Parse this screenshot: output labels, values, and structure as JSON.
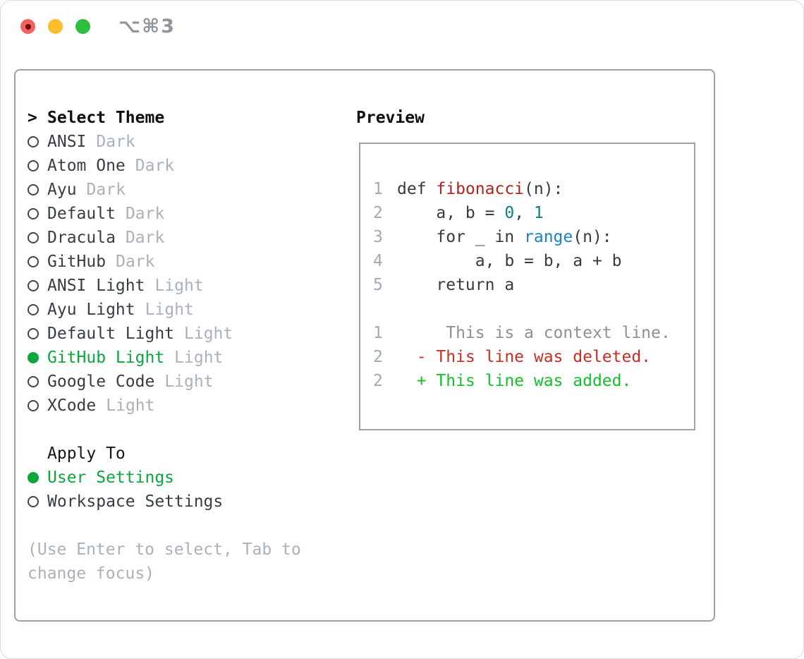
{
  "titlebar": {
    "shortcut": "⌥⌘3"
  },
  "theme_picker": {
    "header_prefix": ">",
    "header": "Select Theme",
    "items": [
      {
        "name": "ANSI",
        "variant": "Dark",
        "state": "unselected"
      },
      {
        "name": "Atom One",
        "variant": "Dark",
        "state": "unselected"
      },
      {
        "name": "Ayu",
        "variant": "Dark",
        "state": "unselected"
      },
      {
        "name": "Default",
        "variant": "Dark",
        "state": "unselected"
      },
      {
        "name": "Dracula",
        "variant": "Dark",
        "state": "unselected"
      },
      {
        "name": "GitHub",
        "variant": "Dark",
        "state": "unselected"
      },
      {
        "name": "ANSI Light",
        "variant": "Light",
        "state": "unselected"
      },
      {
        "name": "Ayu Light",
        "variant": "Light",
        "state": "unselected"
      },
      {
        "name": "Default Light",
        "variant": "Light",
        "state": "unselected"
      },
      {
        "name": "GitHub Light",
        "variant": "Light",
        "state": "selected"
      },
      {
        "name": "Google Code",
        "variant": "Light",
        "state": "unselected"
      },
      {
        "name": "XCode",
        "variant": "Light",
        "state": "unselected"
      }
    ],
    "apply_to": {
      "label": "Apply To",
      "options": [
        {
          "name": "User Settings",
          "state": "selected"
        },
        {
          "name": "Workspace Settings",
          "state": "unselected"
        }
      ]
    },
    "help_lines": [
      "(Use Enter to select, Tab to",
      "change focus)"
    ]
  },
  "preview": {
    "label": "Preview",
    "code": [
      {
        "num": "1",
        "tokens": [
          {
            "t": "def ",
            "c": "plain"
          },
          {
            "t": "fibonacci",
            "c": "func"
          },
          {
            "t": "(n):",
            "c": "plain"
          }
        ]
      },
      {
        "num": "2",
        "tokens": [
          {
            "t": "    a, b = ",
            "c": "plain"
          },
          {
            "t": "0",
            "c": "number"
          },
          {
            "t": ", ",
            "c": "plain"
          },
          {
            "t": "1",
            "c": "number"
          }
        ]
      },
      {
        "num": "3",
        "tokens": [
          {
            "t": "    for _ in ",
            "c": "plain"
          },
          {
            "t": "range",
            "c": "builtin"
          },
          {
            "t": "(n):",
            "c": "plain"
          }
        ]
      },
      {
        "num": "4",
        "tokens": [
          {
            "t": "        a, b = b, a + b",
            "c": "plain"
          }
        ]
      },
      {
        "num": "5",
        "tokens": [
          {
            "t": "    return a",
            "c": "plain"
          }
        ]
      }
    ],
    "diff": [
      {
        "num": "1",
        "text": "     This is a context line.",
        "kind": "context"
      },
      {
        "num": "2",
        "text": "  - This line was deleted.",
        "kind": "deleted"
      },
      {
        "num": "2",
        "text": "  + This line was added.",
        "kind": "added"
      }
    ]
  },
  "colors": {
    "selection_green": "#0ca63c",
    "diff_added": "#13c02c",
    "diff_removed": "#c92f21",
    "function_red": "#b02420",
    "number_teal": "#0f7d82",
    "builtin_blue": "#1583c6",
    "muted_gray": "#a8b1bc",
    "border_gray": "#9aa3ad",
    "traffic_red": "#f2635d",
    "traffic_yellow": "#fcbd2f",
    "traffic_green": "#2ec03c"
  }
}
